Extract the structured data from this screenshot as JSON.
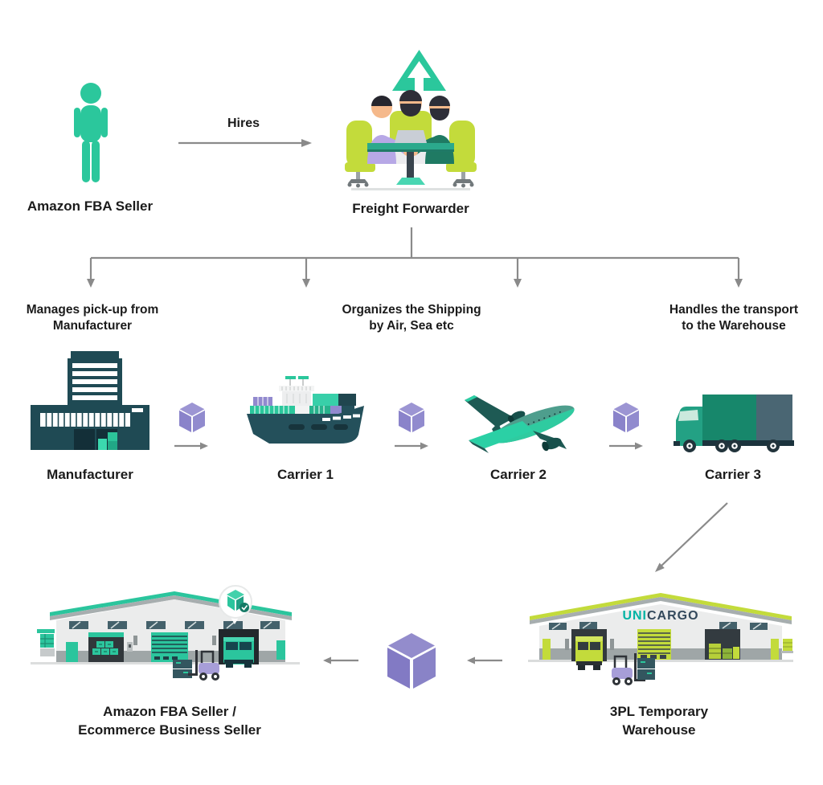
{
  "top": {
    "seller_label": "Amazon FBA Seller",
    "hires_label": "Hires",
    "forwarder_label": "Freight Forwarder"
  },
  "branches": [
    {
      "line1": "Manages pick-up from",
      "line2": "Manufacturer"
    },
    {
      "line1": "Organizes the Shipping",
      "line2": "by Air, Sea etc"
    },
    {
      "line1": "Handles the transport",
      "line2": "to the Warehouse"
    }
  ],
  "chain": [
    {
      "label": "Manufacturer",
      "icon": "factory-building-icon"
    },
    {
      "label": "Carrier 1",
      "icon": "cargo-ship-icon"
    },
    {
      "label": "Carrier 2",
      "icon": "airplane-icon"
    },
    {
      "label": "Carrier 3",
      "icon": "truck-icon"
    }
  ],
  "bottom": {
    "three_pl": {
      "brand_uni": "UNI",
      "brand_cargo": "CARGO",
      "line1": "3PL Temporary",
      "line2": "Warehouse"
    },
    "seller_wh": {
      "line1": "Amazon FBA Seller /",
      "line2": "Ecommerce Business Seller"
    }
  },
  "icons": [
    "person-icon",
    "handshake-meeting-icon",
    "triangle-arrow-logo-icon",
    "factory-building-icon",
    "cargo-ship-icon",
    "airplane-icon",
    "truck-icon",
    "package-cube-icon",
    "warehouse-icon",
    "forklift-icon",
    "package-check-bubble-icon"
  ],
  "colors": {
    "teal": "#2BC79C",
    "dark_slate": "#1F4A54",
    "lime": "#C3DB3B",
    "purple": "#8A82C8",
    "arrow_gray": "#8A8A8A",
    "text": "#1B1B1B",
    "brand_teal": "#00B3A4",
    "brand_dark": "#33495C"
  }
}
